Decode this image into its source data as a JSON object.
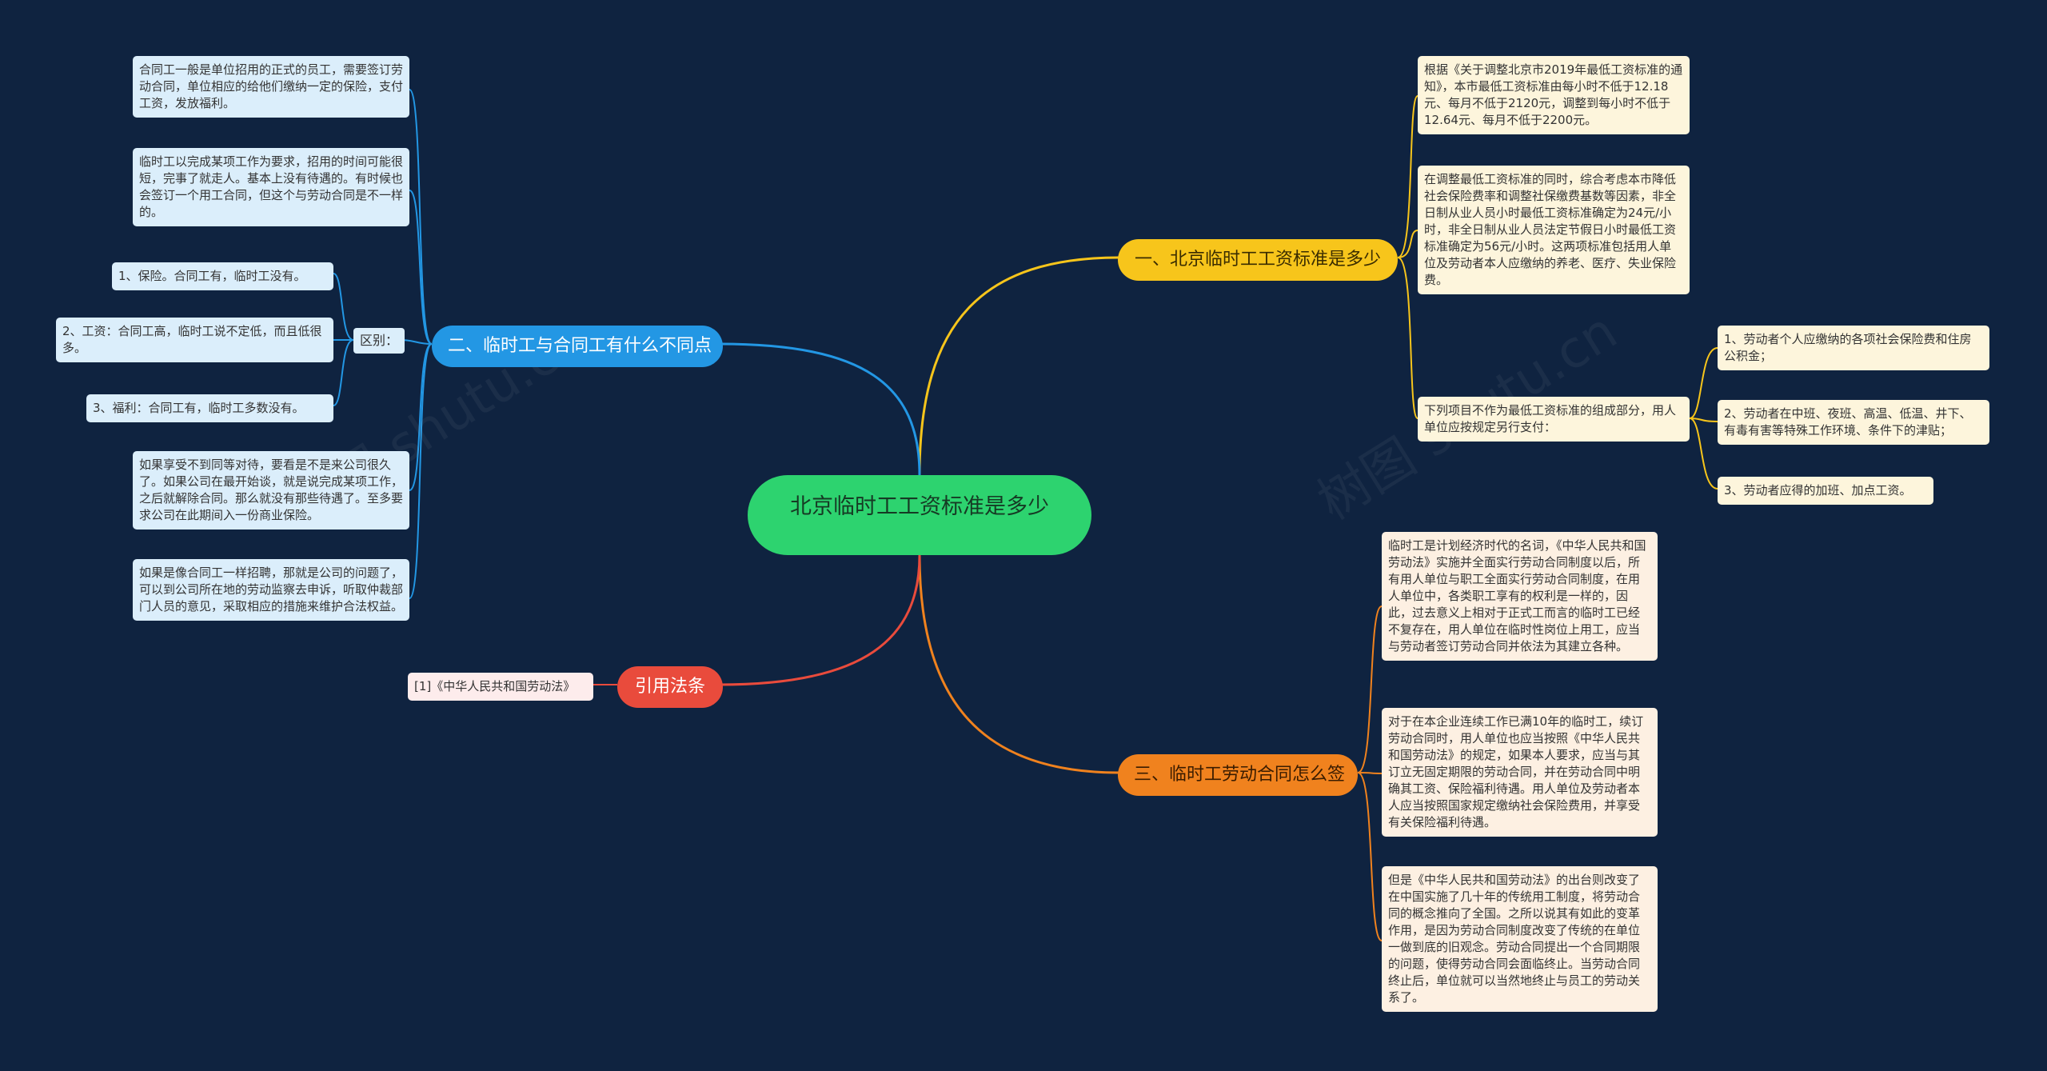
{
  "center": "北京临时工工资标准是多少",
  "watermarks": [
    "树图 shutu.cn",
    "树图 shutu.cn"
  ],
  "branch1": {
    "title": "一、北京临时工工资标准是多少",
    "leaves": [
      "根据《关于调整北京市2019年最低工资标准的通知》，本市最低工资标准由每小时不低于12.18元、每月不低于2120元，调整到每小时不低于12.64元、每月不低于2200元。",
      "在调整最低工资标准的同时，综合考虑本市降低社会保险费率和调整社保缴费基数等因素，非全日制从业人员小时最低工资标准确定为24元/小时，非全日制从业人员法定节假日小时最低工资标准确定为56元/小时。这两项标准包括用人单位及劳动者本人应缴纳的养老、医疗、失业保险费。",
      "下列项目不作为最低工资标准的组成部分，用人单位应按规定另行支付："
    ],
    "sub": [
      "1、劳动者个人应缴纳的各项社会保险费和住房公积金；",
      "2、劳动者在中班、夜班、高温、低温、井下、有毒有害等特殊工作环境、条件下的津贴；",
      "3、劳动者应得的加班、加点工资。"
    ]
  },
  "branch2": {
    "title": "二、临时工与合同工有什么不同点",
    "leaves": [
      "合同工一般是单位招用的正式的员工，需要签订劳动合同，单位相应的给他们缴纳一定的保险，支付工资，发放福利。",
      "临时工以完成某项工作为要求，招用的时间可能很短，完事了就走人。基本上没有待遇的。有时候也会签订一个用工合同，但这个与劳动合同是不一样的。",
      "区别：",
      "如果享受不到同等对待，要看是不是来公司很久了。如果公司在最开始谈，就是说完成某项工作，之后就解除合同。那么就没有那些待遇了。至多要求公司在此期间入一份商业保险。",
      "如果是像合同工一样招聘，那就是公司的问题了，可以到公司所在地的劳动监察去申诉，听取仲裁部门人员的意见，采取相应的措施来维护合法权益。"
    ],
    "sub": [
      "1、保险。合同工有，临时工没有。",
      "2、工资：合同工高，临时工说不定低，而且低很多。",
      "3、福利：合同工有，临时工多数没有。"
    ]
  },
  "branch3": {
    "title": "三、临时工劳动合同怎么签",
    "leaves": [
      "临时工是计划经济时代的名词，《中华人民共和国劳动法》实施并全面实行劳动合同制度以后，所有用人单位与职工全面实行劳动合同制度，在用人单位中，各类职工享有的权利是一样的，因此，过去意义上相对于正式工而言的临时工已经不复存在，用人单位在临时性岗位上用工，应当与劳动者签订劳动合同并依法为其建立各种。",
      "对于在本企业连续工作已满10年的临时工，续订劳动合同时，用人单位也应当按照《中华人民共和国劳动法》的规定，如果本人要求，应当与其订立无固定期限的劳动合同，并在劳动合同中明确其工资、保险福利待遇。用人单位及劳动者本人应当按照国家规定缴纳社会保险费用，并享受有关保险福利待遇。",
      "但是《中华人民共和国劳动法》的出台则改变了在中国实施了几十年的传统用工制度，将劳动合同的概念推向了全国。之所以说其有如此的变革作用，是因为劳动合同制度改变了传统的在单位一做到底的旧观念。劳动合同提出一个合同期限的问题，使得劳动合同会面临终止。当劳动合同终止后，单位就可以当然地终止与员工的劳动关系了。"
    ]
  },
  "branch4": {
    "title": "引用法条",
    "leaves": [
      "[1]《中华人民共和国劳动法》"
    ]
  },
  "colors": {
    "background": "#0f2340",
    "center": "#2dd36f",
    "yellow": "#f7c51b",
    "blue": "#2397e4",
    "orange": "#f0821e",
    "red": "#e94b3c"
  }
}
